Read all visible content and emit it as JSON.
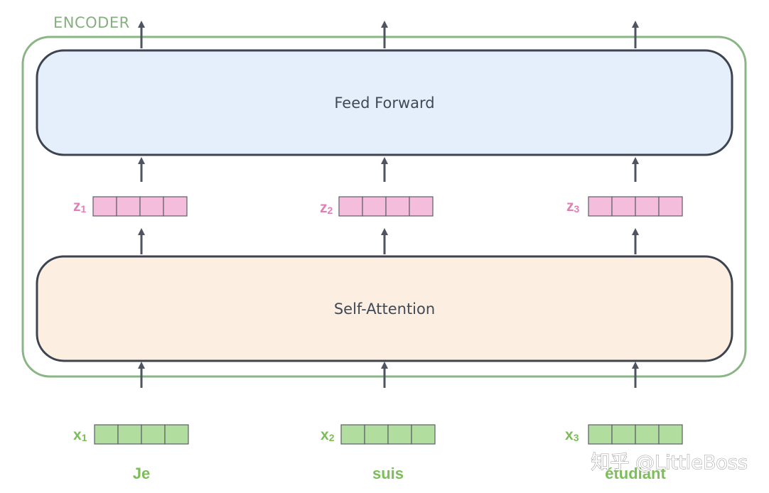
{
  "encoder": {
    "label": "ENCODER"
  },
  "layers": {
    "feed_forward": "Feed Forward",
    "self_attention": "Self-Attention"
  },
  "outputs": [
    {
      "symbol": "z",
      "index": "1"
    },
    {
      "symbol": "z",
      "index": "2"
    },
    {
      "symbol": "z",
      "index": "3"
    }
  ],
  "inputs": [
    {
      "symbol": "x",
      "index": "1",
      "word": "Je"
    },
    {
      "symbol": "x",
      "index": "2",
      "word": "suis"
    },
    {
      "symbol": "x",
      "index": "3",
      "word": "étudiant"
    }
  ],
  "vector_cells": 4,
  "watermark": "知乎 @LittleBoss",
  "colors": {
    "encoder_border": "#8ab584",
    "feed_forward_fill": "#e5effb",
    "self_attention_fill": "#fcefe1",
    "box_stroke": "#3d4450",
    "arrow": "#4e5560",
    "z_fill": "#f3bddb",
    "z_label": "#e07fb3",
    "x_fill": "#b1dd9f",
    "x_label": "#7cbd5a"
  }
}
